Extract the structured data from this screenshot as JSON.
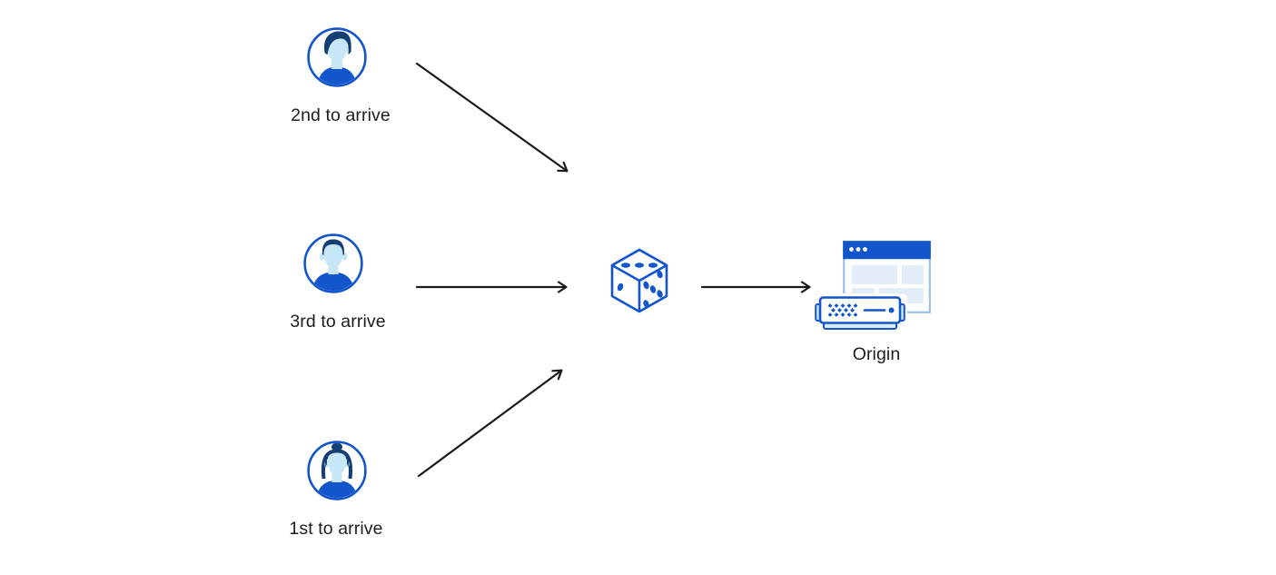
{
  "diagram": {
    "users": [
      {
        "label": "2nd to arrive",
        "icon": "male-avatar-quiff-icon"
      },
      {
        "label": "3rd to arrive",
        "icon": "male-avatar-crop-icon"
      },
      {
        "label": "1st to arrive",
        "icon": "female-avatar-bun-icon"
      }
    ],
    "center_icon": "dice-icon",
    "origin": {
      "label": "Origin",
      "icon": "origin-server-browser-icon"
    },
    "arrows": [
      {
        "from": "user-2nd",
        "to": "dice"
      },
      {
        "from": "user-3rd",
        "to": "dice"
      },
      {
        "from": "user-1st",
        "to": "dice"
      },
      {
        "from": "dice",
        "to": "origin"
      }
    ],
    "colors": {
      "primary_blue": "#1355cb",
      "navy_hair": "#153e75",
      "skin_light_blue": "#c7e6f6",
      "panel_pale_blue": "#e4eef9",
      "window_border_blue": "#9cc0ec",
      "server_tab_blue": "#cfe6f8",
      "arrow_black": "#1a1a1a",
      "text": "#1d1d1f",
      "background": "#ffffff"
    }
  }
}
